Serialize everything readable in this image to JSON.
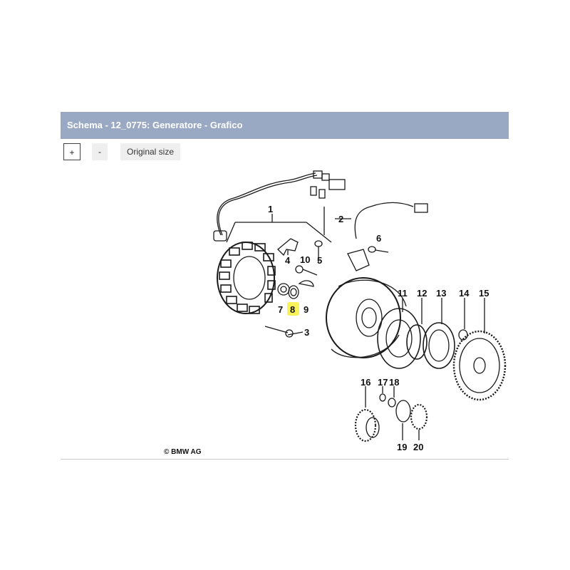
{
  "header": {
    "title": "Schema - 12_0775: Generatore - Grafico"
  },
  "toolbar": {
    "zoom_in": "+",
    "zoom_out": "-",
    "original_size": "Original size"
  },
  "diagram": {
    "labels": [
      "1",
      "2",
      "3",
      "4",
      "5",
      "6",
      "7",
      "8",
      "9",
      "10",
      "11",
      "12",
      "13",
      "14",
      "15",
      "16",
      "17",
      "18",
      "19",
      "20"
    ],
    "highlighted_label": "8",
    "copyright": "© BMW AG",
    "highlight_color": "#f7f25a"
  }
}
